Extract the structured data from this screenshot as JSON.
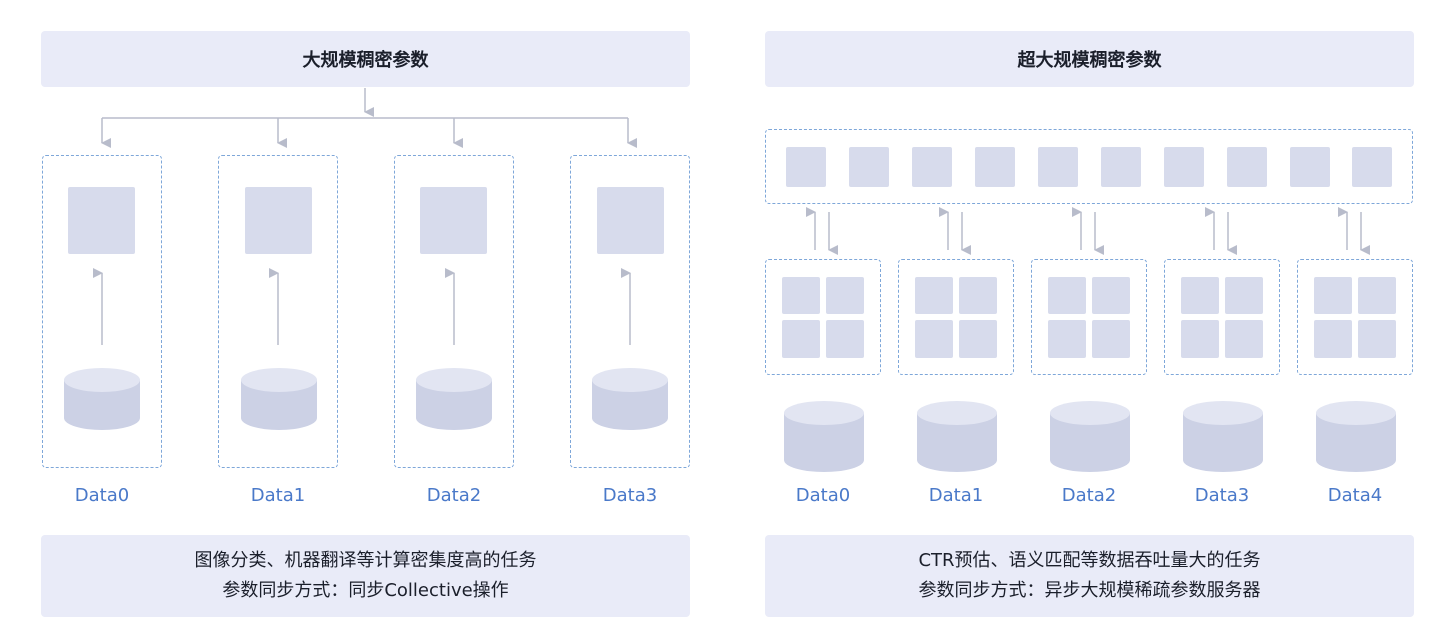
{
  "left": {
    "title": "大规模稠密参数",
    "data_labels": [
      "Data0",
      "Data1",
      "Data2",
      "Data3"
    ],
    "footer_line1": "图像分类、机器翻译等计算密集度高的任务",
    "footer_line2": "参数同步方式：同步Collective操作"
  },
  "right": {
    "title": "超大规模稠密参数",
    "data_labels": [
      "Data0",
      "Data1",
      "Data2",
      "Data3",
      "Data4"
    ],
    "footer_line1": "CTR预估、语义匹配等数据吞吐量大的任务",
    "footer_line2": "参数同步方式：异步大规模稀疏参数服务器"
  },
  "colors": {
    "panel": "#e9ebf8",
    "block": "#d7dbec",
    "cylinder_top": "#e2e5f2",
    "cylinder_body": "#ccd1e5",
    "dashed_border": "#7ea7d9",
    "label": "#4a79c9",
    "arrow": "#b8bccb"
  }
}
